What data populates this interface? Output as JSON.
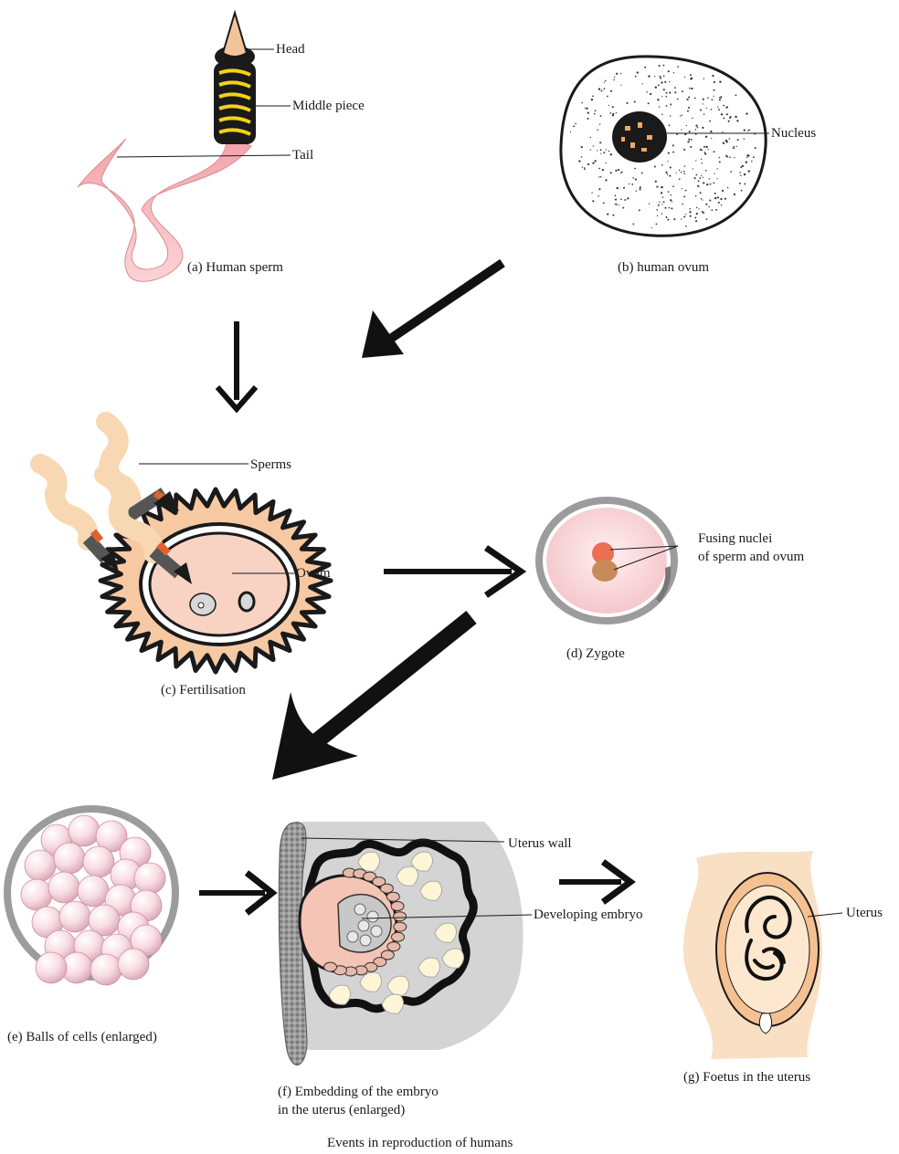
{
  "figure": {
    "caption": "Events in reproduction of humans"
  },
  "panels": {
    "sperm": {
      "caption": "(a) Human sperm",
      "labels": {
        "head": "Head",
        "middle_piece": "Middle piece",
        "tail": "Tail"
      }
    },
    "ovum": {
      "caption": "(b) human ovum",
      "labels": {
        "nucleus": "Nucleus"
      }
    },
    "fertilisation": {
      "caption": "(c)  Fertilisation",
      "labels": {
        "sperms": "Sperms",
        "ovum": "Ovum"
      }
    },
    "zygote": {
      "caption": "(d) Zygote",
      "labels": {
        "line1": "Fusing nuclei",
        "line2": "of sperm and ovum"
      }
    },
    "balls": {
      "caption": "(e) Balls of cells (enlarged)"
    },
    "embedding": {
      "caption_line1": "(f) Embedding of the embryo",
      "caption_line2": "in the uterus (enlarged)",
      "labels": {
        "uterus_wall": "Uterus wall",
        "developing_embryo": "Developing embryo"
      }
    },
    "foetus": {
      "caption": "(g) Foetus in the uterus",
      "labels": {
        "uterus": "Uterus"
      }
    }
  },
  "colors": {
    "sperm_tail": "#f6b8bc",
    "middle_piece": "#f2d21a",
    "head": "#f3c49a",
    "ovum_dots": "#333333",
    "fert_halo": "#f7c9a3",
    "fert_ovum": "#f8d3c4",
    "sperm_body": "#f8d8b2",
    "sperm_band": "#e0622d",
    "zygote_cell": "#f9d8db",
    "zygote_nucleus1": "#ec6e52",
    "zygote_nucleus2": "#c98a5a",
    "ball_cell": "#f8dce3",
    "embryo_bg": "#d4d4d4",
    "embryo_blobs": "#fdf5d6",
    "uterus_tissue": "#f9dfc3",
    "foetus_sac": "#f5c190",
    "arrow": "#111111"
  }
}
